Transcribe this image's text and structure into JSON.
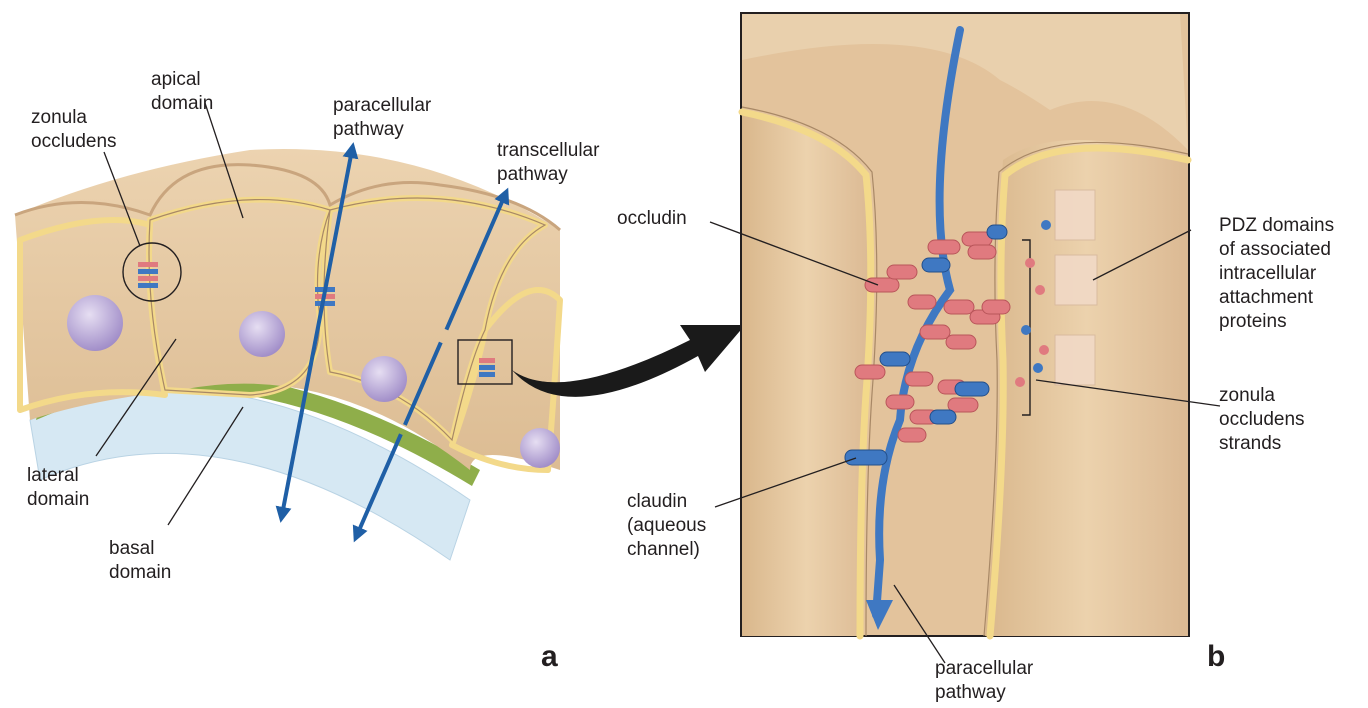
{
  "panel_a": {
    "letter": "a",
    "labels": {
      "zonula_occludens": [
        "zonula",
        "occludens"
      ],
      "apical_domain": [
        "apical",
        "domain"
      ],
      "paracellular_pathway": [
        "paracellular",
        "pathway"
      ],
      "transcellular_pathway": [
        "transcellular",
        "pathway"
      ],
      "lateral_domain": [
        "lateral",
        "domain"
      ],
      "basal_domain": [
        "basal",
        "domain"
      ]
    }
  },
  "panel_b": {
    "letter": "b",
    "labels": {
      "occludin": "occludin",
      "claudin": [
        "claudin",
        "(aqueous",
        "channel)"
      ],
      "pdz_domains": [
        "PDZ domains",
        "of associated",
        "intracellular",
        "attachment",
        "proteins"
      ],
      "zonula_occludens_strands": [
        "zonula",
        "occludens",
        "strands"
      ],
      "paracellular_pathway": [
        "paracellular",
        "pathway"
      ]
    }
  },
  "colors": {
    "cell_body": "#e6c9a3",
    "cell_shadow": "#c9a57e",
    "membrane": "#f3d98a",
    "nucleus": "#b7a6d6",
    "basement_green": "#8fae4a",
    "connective": "#cfe4f1",
    "arrow_blue": "#1f5fa6",
    "occludin_red": "#e07a7f",
    "claudin_blue": "#3f78c2",
    "pdz_box": "#f1d9c6"
  }
}
